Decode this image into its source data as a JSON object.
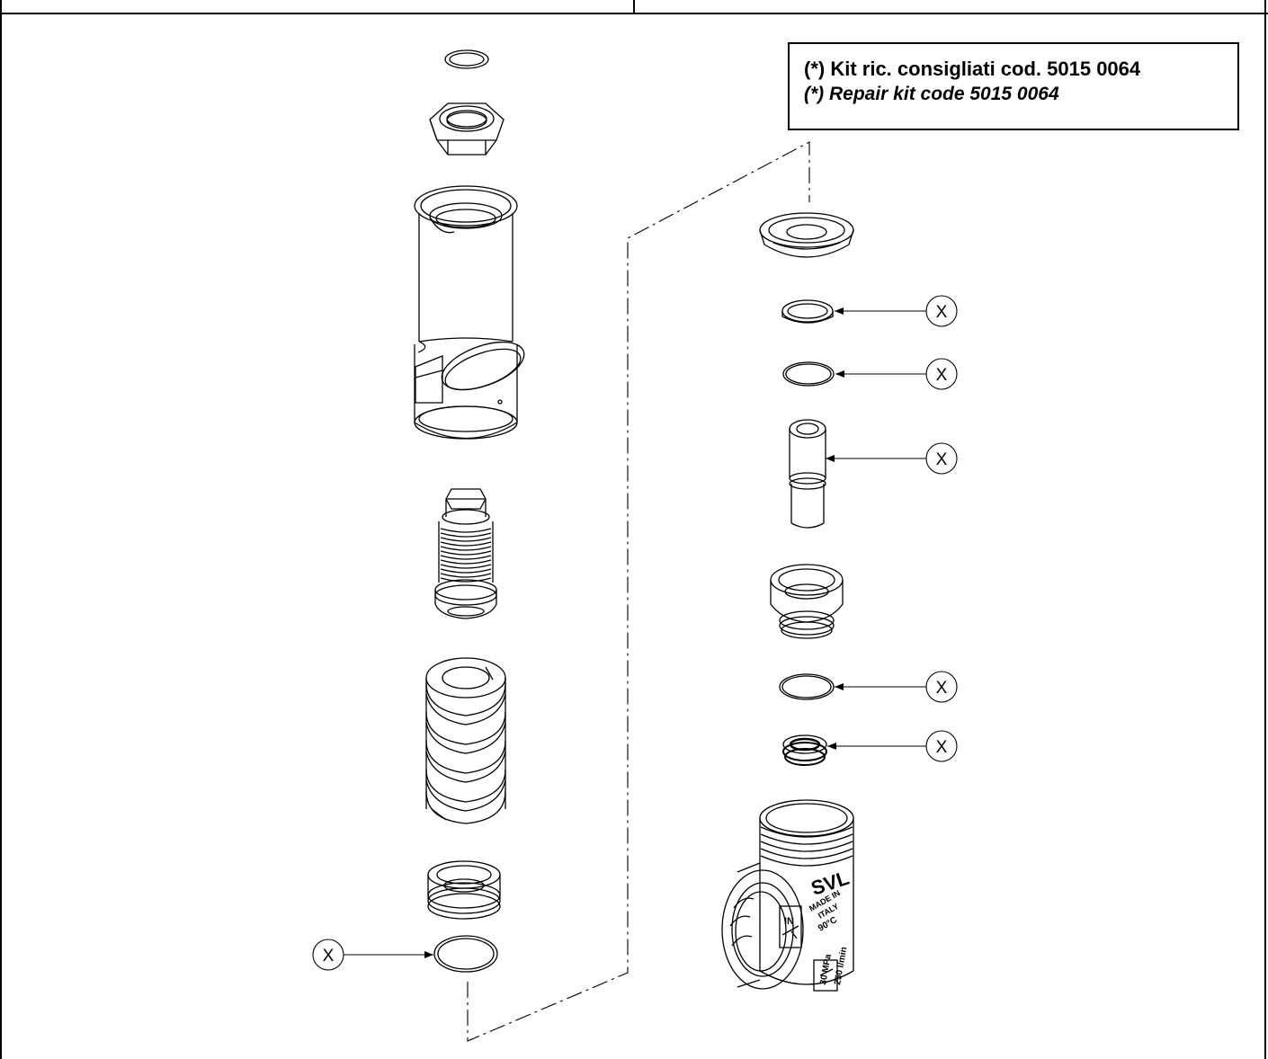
{
  "kit_note": {
    "line1": "(*) Kit ric. consigliati cod. 5015 0064",
    "line2": "(*) Repair kit code 5015 0064"
  },
  "callout_marker": "X",
  "body_markings": {
    "brand": "SVL",
    "origin_1": "MADE IN",
    "origin_2": "ITALY",
    "temperature": "90°C",
    "inlet": "IN",
    "pressure": "30 MPa",
    "flow": "250 l/min"
  },
  "colors": {
    "line": "#000000",
    "background": "#ffffff"
  }
}
